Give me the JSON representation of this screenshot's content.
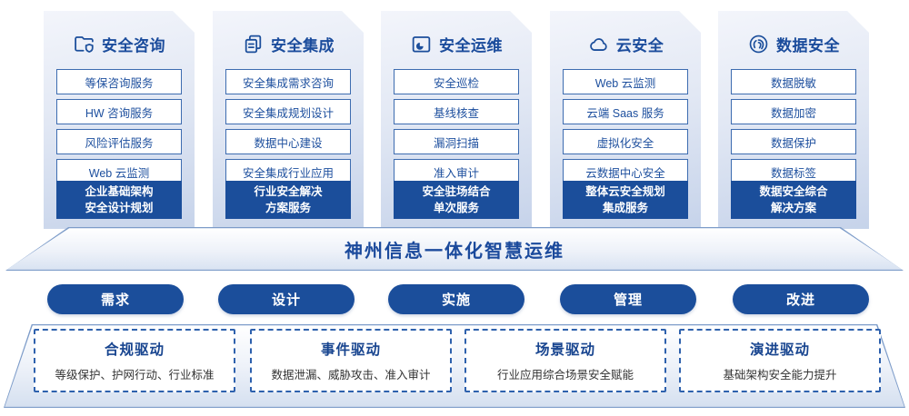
{
  "banner": {
    "title": "神州信息一体化智慧运维"
  },
  "colors": {
    "primary_blue": "#1b4e9b",
    "title_blue": "#1b4c9c",
    "item_border_blue": "#3d6cb0",
    "dash_border_blue": "#2e61ad",
    "panel_gradient_top": "#f3f5fb",
    "panel_gradient_bottom": "#c6d3ea"
  },
  "columns": [
    {
      "title": "安全咨询",
      "icon": "folder-shield-icon",
      "items": [
        "等保咨询服务",
        "HW 咨询服务",
        "风险评估服务",
        "Web 云监测"
      ],
      "highlight_line1": "企业基础架构",
      "highlight_line2": "安全设计规划"
    },
    {
      "title": "安全集成",
      "icon": "documents-icon",
      "items": [
        "安全集成需求咨询",
        "安全集成规划设计",
        "数据中心建设",
        "安全集成行业应用"
      ],
      "highlight_line1": "行业安全解决",
      "highlight_line2": "方案服务"
    },
    {
      "title": "安全运维",
      "icon": "folder-chart-icon",
      "items": [
        "安全巡检",
        "基线核查",
        "漏洞扫描",
        "准入审计"
      ],
      "highlight_line1": "安全驻场结合",
      "highlight_line2": "单次服务"
    },
    {
      "title": "云安全",
      "icon": "cloud-icon",
      "items": [
        "Web 云监测",
        "云端 Saas 服务",
        "虚拟化安全",
        "云数据中心安全"
      ],
      "highlight_line1": "整体云安全规划",
      "highlight_line2": "集成服务"
    },
    {
      "title": "数据安全",
      "icon": "fingerprint-icon",
      "items": [
        "数据脱敏",
        "数据加密",
        "数据保护",
        "数据标签"
      ],
      "highlight_line1": "数据安全综合",
      "highlight_line2": "解决方案"
    }
  ],
  "pills": [
    "需求",
    "设计",
    "实施",
    "管理",
    "改进"
  ],
  "drivers": [
    {
      "title": "合规驱动",
      "desc": "等级保护、护网行动、行业标准"
    },
    {
      "title": "事件驱动",
      "desc": "数据泄漏、威胁攻击、准入审计"
    },
    {
      "title": "场景驱动",
      "desc": "行业应用综合场景安全赋能"
    },
    {
      "title": "演进驱动",
      "desc": "基础架构安全能力提升"
    }
  ]
}
